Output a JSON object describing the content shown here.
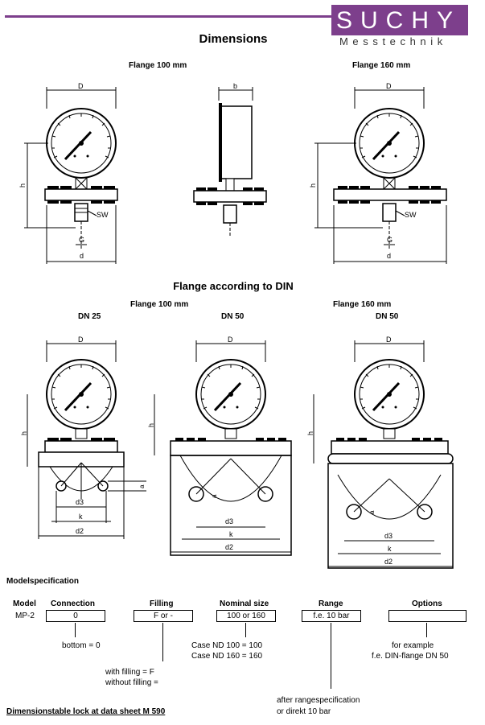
{
  "header": {
    "logo_text": "SUCHY",
    "logo_subtext": "Messtechnik",
    "brand_color": "#7d3f8c"
  },
  "section_titles": {
    "dimensions": "Dimensions",
    "din": "Flange according to DIN"
  },
  "top_drawings": {
    "left_caption": "Flange  100 mm",
    "right_caption": "Flange  160 mm",
    "labels": {
      "D": "D",
      "b": "b",
      "h": "h",
      "sw": "SW",
      "g": "G",
      "d": "d"
    }
  },
  "din_drawings": {
    "group_caption_100": "Flange 100 mm",
    "group_caption_160": "Flange  160 mm",
    "dn25": "DN 25",
    "dn50_a": "DN 50",
    "dn50_b": "DN 50",
    "labels": {
      "D": "D",
      "h": "h",
      "a": "a",
      "d3": "d3",
      "k": "k",
      "d2": "d2"
    }
  },
  "modelspec": {
    "title": "Modelspecification",
    "headers": {
      "model": "Model",
      "connection": "Connection",
      "filling": "Filling",
      "nominal_size": "Nominal size",
      "range": "Range",
      "options": "Options"
    },
    "model_value": "MP-2",
    "values": {
      "connection": "0",
      "filling": "F or -",
      "nominal_size": "100 or 160",
      "range": "f.e. 10 bar",
      "options": ""
    },
    "notes": {
      "connection": "bottom = 0",
      "filling_1": "with filling  = F",
      "filling_2": "without filling =",
      "nominal_1": "Case ND  100 = 100",
      "nominal_2": "Case ND  160 = 160",
      "options_1": "for example",
      "options_2": "f.e. DIN-flange DN 50",
      "range_1": "after rangespecification",
      "range_2": "or direkt  10 bar"
    }
  },
  "footer_link": "Dimensionstable lock at data sheet M 590"
}
